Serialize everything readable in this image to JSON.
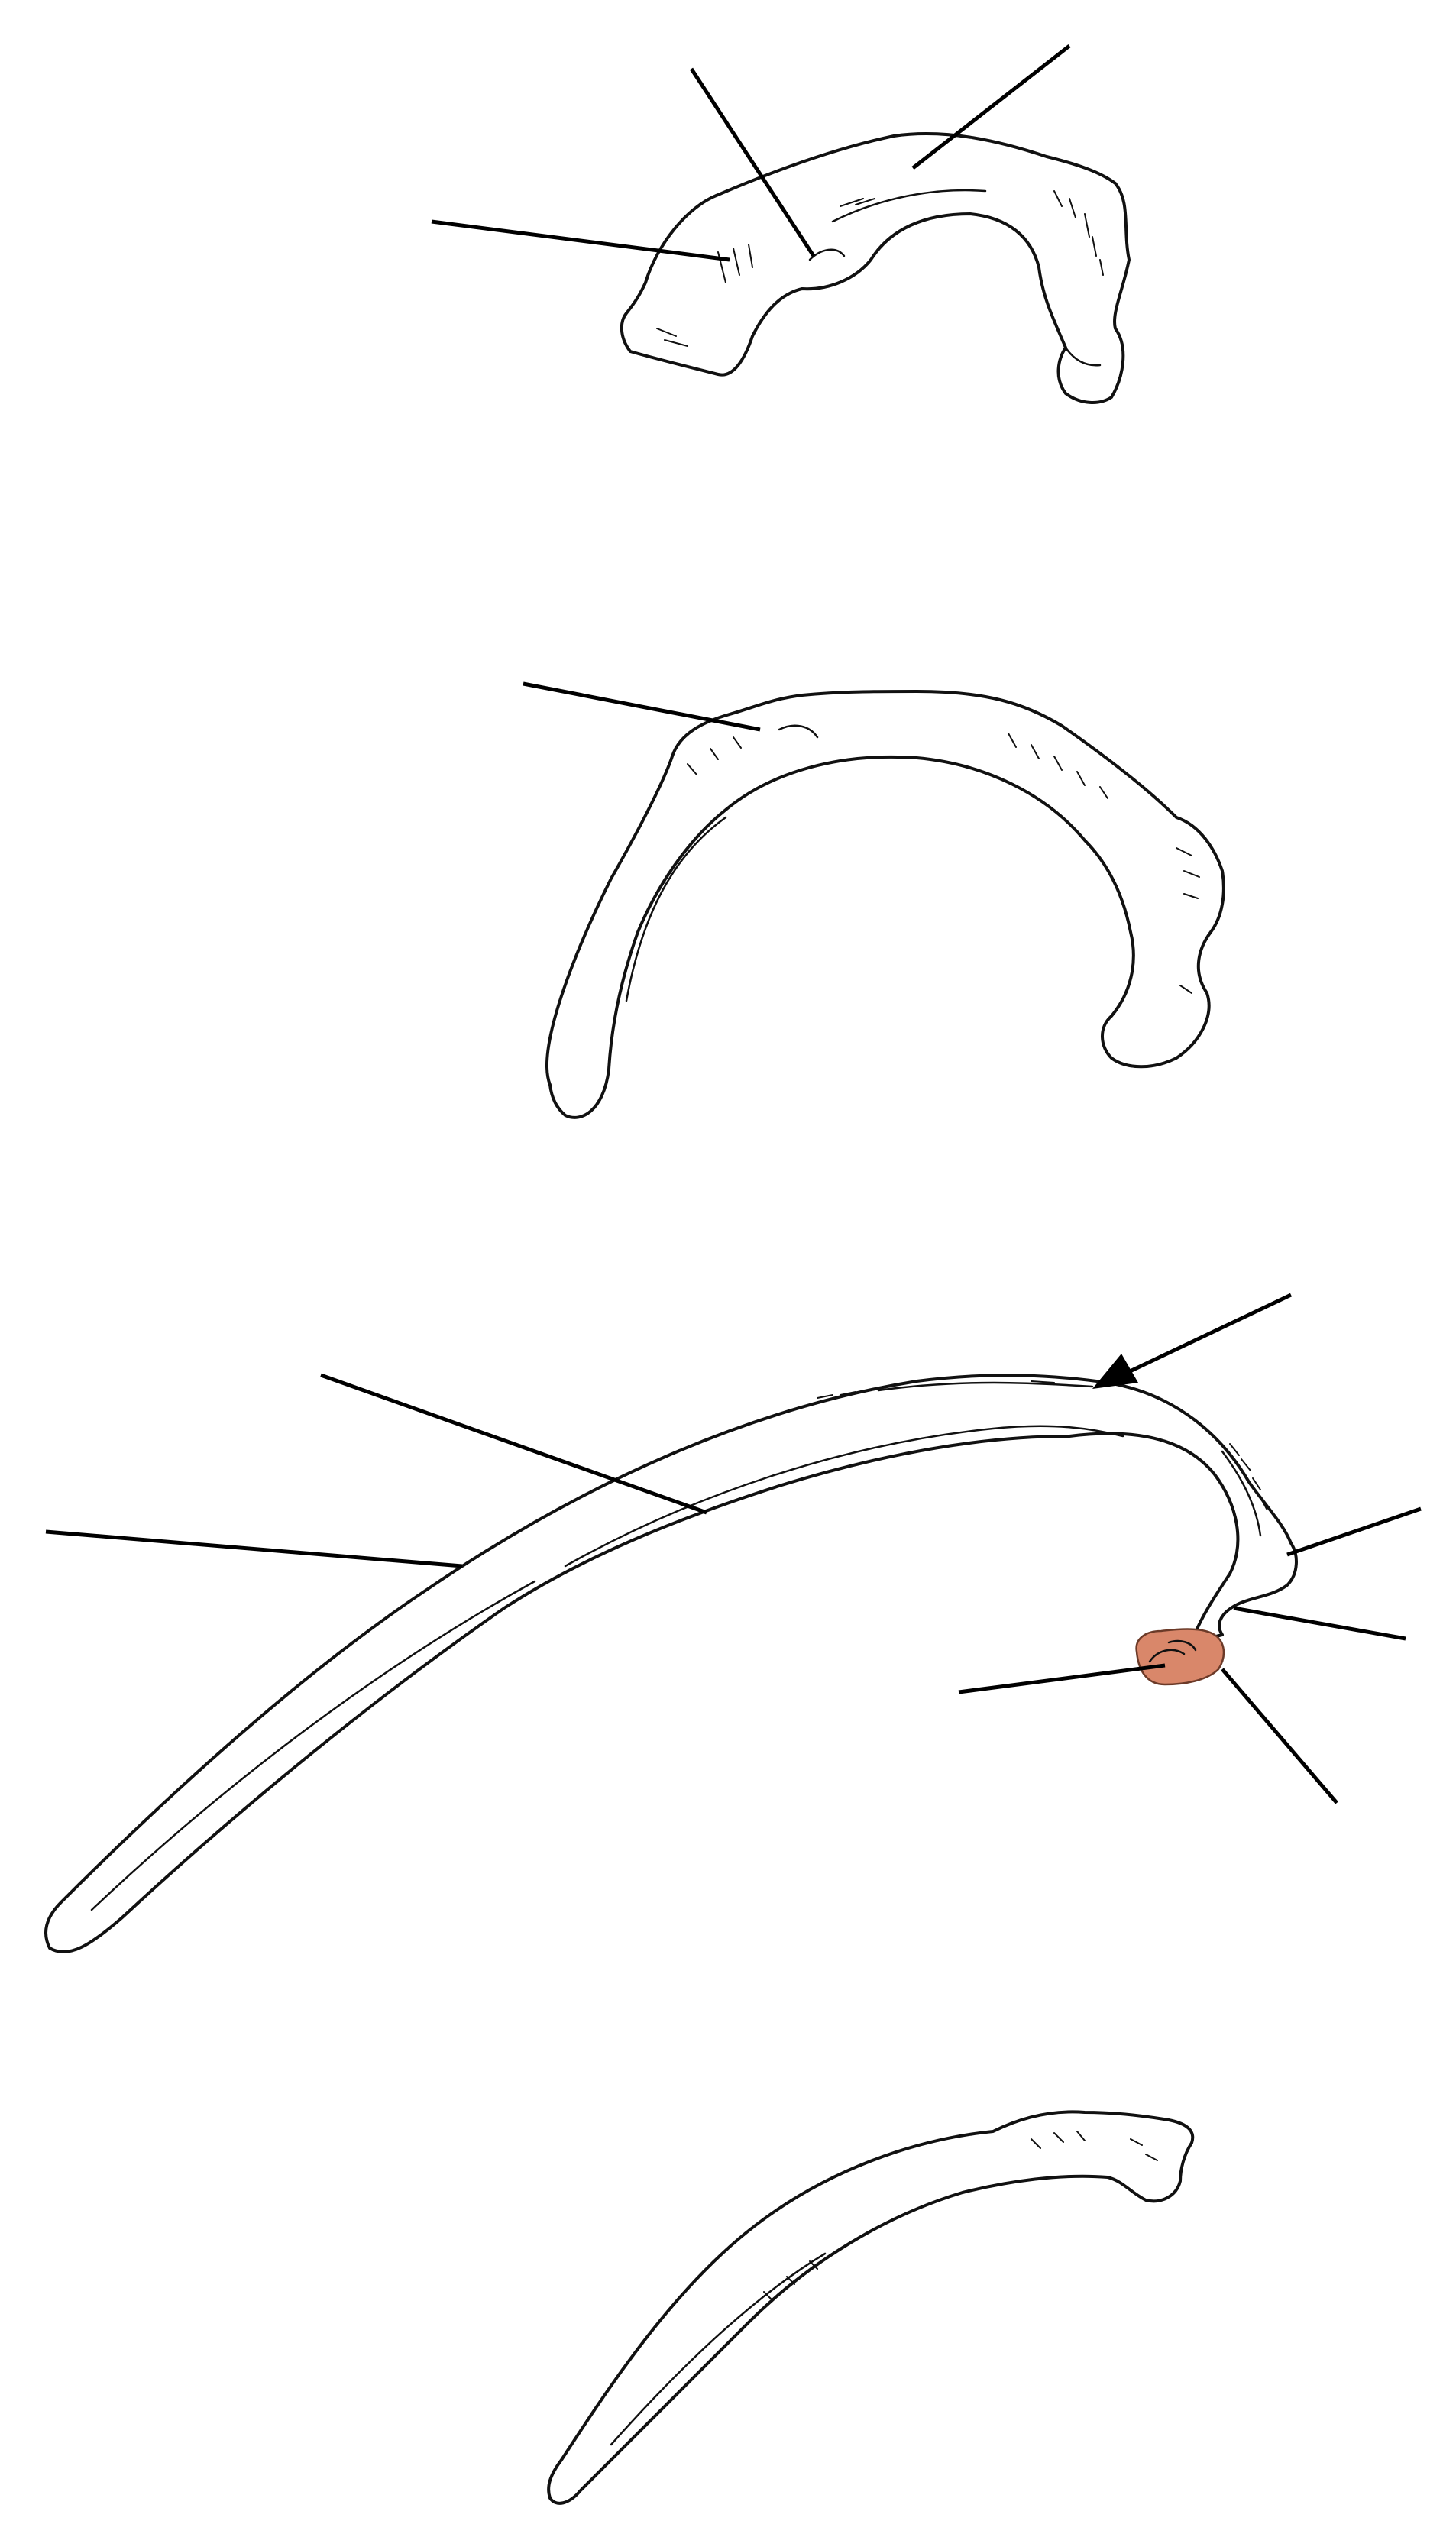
{
  "figure": {
    "bones": [
      {
        "id": "first-rib"
      },
      {
        "id": "second-rib"
      },
      {
        "id": "typical-rib"
      },
      {
        "id": "twelfth-rib"
      }
    ],
    "labels": [],
    "colors": {
      "outline": "#111111",
      "leader_line": "#000000",
      "highlight_fill": "#d9876a",
      "background": "#ffffff"
    },
    "highlight_icon": "tubercle-highlight"
  }
}
